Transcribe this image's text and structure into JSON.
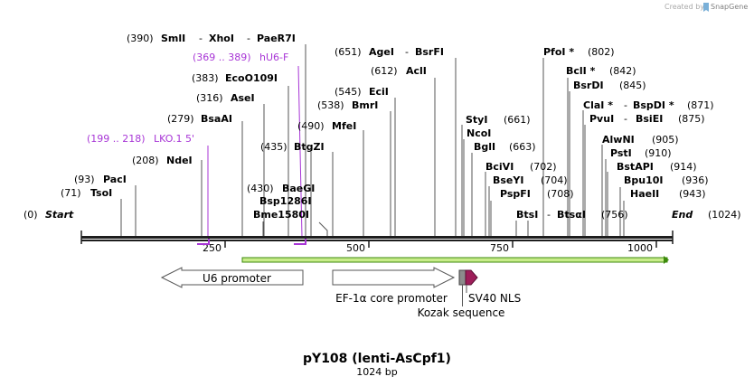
{
  "watermark": {
    "prefix": "Created by",
    "brand": "SnapGene"
  },
  "plasmid": {
    "name": "pY108 (lenti-AsCpf1)",
    "length_label": "1024 bp"
  },
  "ends": {
    "start": {
      "pos": "(0)",
      "name": "Start"
    },
    "end": {
      "name": "End",
      "pos": "(1024)"
    }
  },
  "scale_ticks": [
    "250",
    "500",
    "750",
    "1000"
  ],
  "primers": [
    {
      "name": "hU6-F",
      "range": "(369 .. 389)"
    },
    {
      "name": "LKO.1 5'",
      "range": "(199 .. 218)"
    }
  ],
  "sites": [
    {
      "label": "TsoI",
      "pos": "(71)"
    },
    {
      "label": "PacI",
      "pos": "(93)"
    },
    {
      "label": "NdeI",
      "pos": "(208)"
    },
    {
      "label": "BsaAI",
      "pos": "(279)"
    },
    {
      "label": "AseI",
      "pos": "(316)"
    },
    {
      "label": "EcoO109I",
      "pos": "(383)"
    },
    {
      "label": "SmlI",
      "pos": "(390)",
      "extra": [
        "XhoI",
        "PaeR7I"
      ]
    },
    {
      "label": "BtgZI",
      "pos": "(435)"
    },
    {
      "label": "MfeI",
      "pos": "(490)"
    },
    {
      "label": "BmrI",
      "pos": "(538)"
    },
    {
      "label": "EciI",
      "pos": "(545)"
    },
    {
      "label": "AclI",
      "pos": "(612)"
    },
    {
      "label": "AgeI",
      "pos": "(651)",
      "extra": [
        "BsrFI"
      ]
    },
    {
      "label": "BaeGI",
      "pos": "(430)"
    },
    {
      "label": "Bsp1286I",
      "pos": ""
    },
    {
      "label": "Bme1580I",
      "pos": ""
    },
    {
      "label": "StyI",
      "pos": "(661)"
    },
    {
      "label": "NcoI",
      "pos": ""
    },
    {
      "label": "BglI",
      "pos": "(663)"
    },
    {
      "label": "BciVI",
      "pos": "(702)"
    },
    {
      "label": "BseYI",
      "pos": "(704)"
    },
    {
      "label": "PspFI",
      "pos": "(708)"
    },
    {
      "label": "BtsI",
      "pos": ""
    },
    {
      "label": "BtsαI",
      "pos": "(756)"
    },
    {
      "label": "PfoI *",
      "pos": "(802)"
    },
    {
      "label": "BclI *",
      "pos": "(842)"
    },
    {
      "label": "BsrDI",
      "pos": "(845)"
    },
    {
      "label": "ClaI *",
      "pos": "(871)",
      "extra": [
        "BspDI *"
      ]
    },
    {
      "label": "PvuI",
      "pos": "(875)",
      "extra": [
        "BsiEI"
      ]
    },
    {
      "label": "AlwNI",
      "pos": "(905)"
    },
    {
      "label": "PstI",
      "pos": "(910)"
    },
    {
      "label": "BstAPI",
      "pos": "(914)"
    },
    {
      "label": "Bpu10I",
      "pos": "(936)"
    },
    {
      "label": "HaeII",
      "pos": "(943)"
    }
  ],
  "features": [
    {
      "name": "U6 promoter",
      "color": "#ffffff"
    },
    {
      "name": "EF-1α core promoter",
      "color": "#ffffff"
    },
    {
      "name": "Kozak sequence",
      "color": "#8c8c8c"
    },
    {
      "name": "SV40 NLS",
      "color": "#9e1e5a"
    }
  ],
  "colors": {
    "primer": "#a836d6",
    "orf_fill": "#c8ec8a",
    "orf_stroke": "#3c8a0c",
    "backbone": "#1e1e1e",
    "text": "#000000",
    "watermark": "#a0a0a0"
  }
}
